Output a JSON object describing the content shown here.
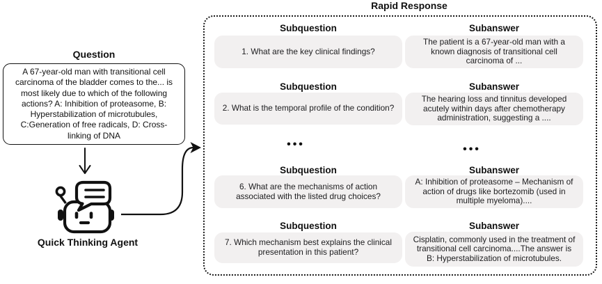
{
  "panel_title": "Rapid Response",
  "question": {
    "header": "Question",
    "text": "A 67-year-old man with transitional cell carcinoma of the bladder comes to the... is most likely due to which of the following actions? A: Inhibition of proteasome, B: Hyperstabilization of microtubules, C:Generation of free radicals, D: Cross-linking of DNA"
  },
  "agent": {
    "label": "Quick Thinking Agent"
  },
  "columns": {
    "subquestion_header": "Subquestion",
    "subanswer_header": "Subanswer"
  },
  "ellipsis": "•••",
  "rows": [
    {
      "subquestion": "1. What are the key clinical findings?",
      "subanswer": "The patient is a 67-year-old man with a known diagnosis of transitional cell carcinoma of ..."
    },
    {
      "subquestion": "2. What is the temporal profile of the condition?",
      "subanswer": "The hearing loss and tinnitus developed acutely within days after chemotherapy administration, suggesting a ...."
    },
    {
      "subquestion": "6. What are the mechanisms of action associated with the listed drug choices?",
      "subanswer": "A: Inhibition of proteasome – Mechanism of action of drugs like bortezomib (used in multiple myeloma)...."
    },
    {
      "subquestion": "7. Which mechanism best explains the clinical presentation in this patient?",
      "subanswer": "Cisplatin, commonly used in the treatment of transitional cell carcinoma....The answer is B: Hyperstabilization of microtubules."
    }
  ],
  "colors": {
    "box_fill": "#f2f0f0",
    "line": "#111111"
  }
}
